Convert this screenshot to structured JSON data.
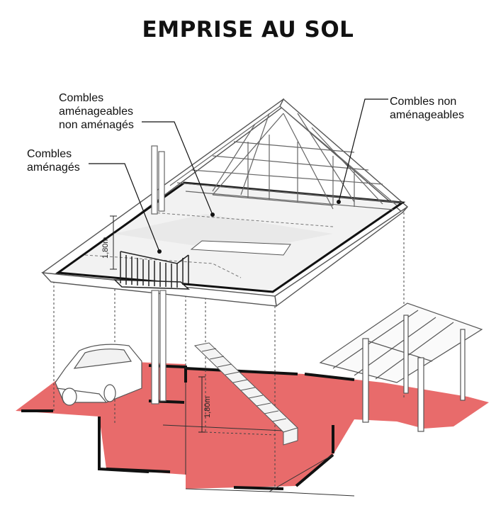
{
  "title": "EMPRISE AU SOL",
  "labels": {
    "combles_amenageables_non_amenages": [
      "Combles",
      "aménageables",
      "non aménagés"
    ],
    "combles_amenages": [
      "Combles",
      "aménagés"
    ],
    "combles_non_amenageables": [
      "Combles non",
      "aménageables"
    ]
  },
  "dimensions": {
    "attic_height": "1,80m",
    "ground_height": "1,80m"
  },
  "colors": {
    "footprint": "#e86b6b",
    "outline": "#111111",
    "structure": "#555555"
  }
}
